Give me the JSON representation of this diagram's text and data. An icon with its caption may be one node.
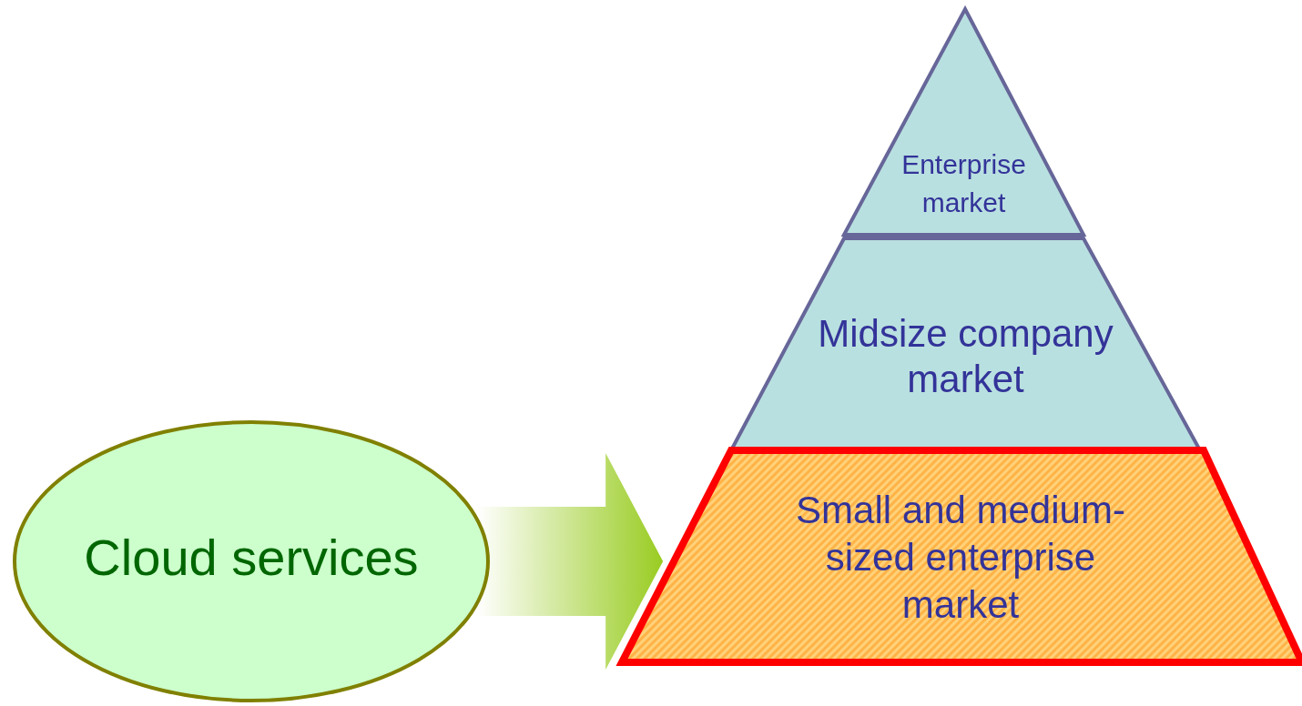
{
  "diagram": {
    "nodes": [
      {
        "text": [
          "Cloud services"
        ]
      },
      {
        "text": [
          "Enterprise market"
        ]
      },
      {
        "text": [
          "Midsize company market"
        ]
      },
      {
        "text": [
          "Small and medium-sized enterprise market"
        ]
      }
    ],
    "edges": [
      {
        "from": 0,
        "to": 3,
        "arrow": "to",
        "style": "thick"
      }
    ]
  }
}
